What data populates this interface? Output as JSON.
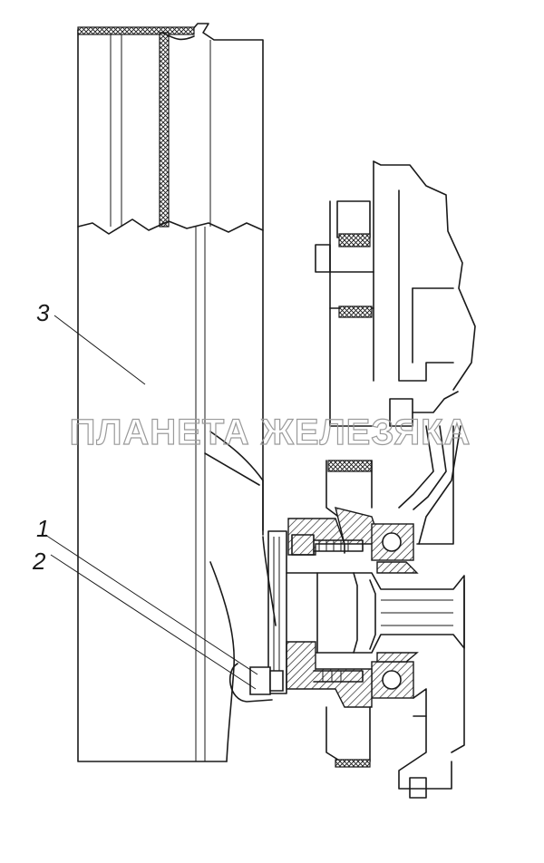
{
  "callouts": {
    "part_1": "1",
    "part_2": "2",
    "part_3": "3"
  },
  "watermark": "ПЛАНЕТА ЖЕЛЕЗЯКА",
  "colors": {
    "line": "#1a1a1a",
    "watermark": "#9a9a9a",
    "background": "#ffffff"
  }
}
